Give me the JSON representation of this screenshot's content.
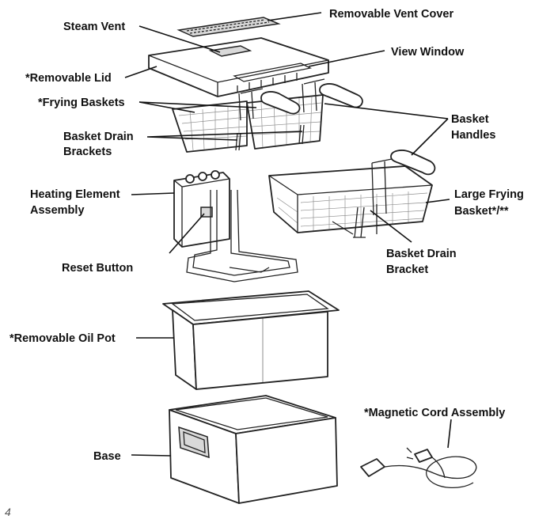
{
  "labels": {
    "removable_vent_cover": "Removable Vent Cover",
    "steam_vent": "Steam Vent",
    "view_window": "View Window",
    "removable_lid": "*Removable Lid",
    "frying_baskets": "*Frying Baskets",
    "basket_drain_brackets_1": "Basket Drain",
    "basket_drain_brackets_2": "Brackets",
    "basket_handles_1": "Basket",
    "basket_handles_2": "Handles",
    "heating_element_1": "Heating Element",
    "heating_element_2": "Assembly",
    "large_frying_basket_1": "Large Frying",
    "large_frying_basket_2": "Basket*/**",
    "reset_button": "Reset Button",
    "basket_drain_bracket_1": "Basket Drain",
    "basket_drain_bracket_2": "Bracket",
    "removable_oil_pot": "*Removable Oil Pot",
    "magnetic_cord": "*Magnetic Cord Assembly",
    "base": "Base"
  },
  "page_number": "4"
}
